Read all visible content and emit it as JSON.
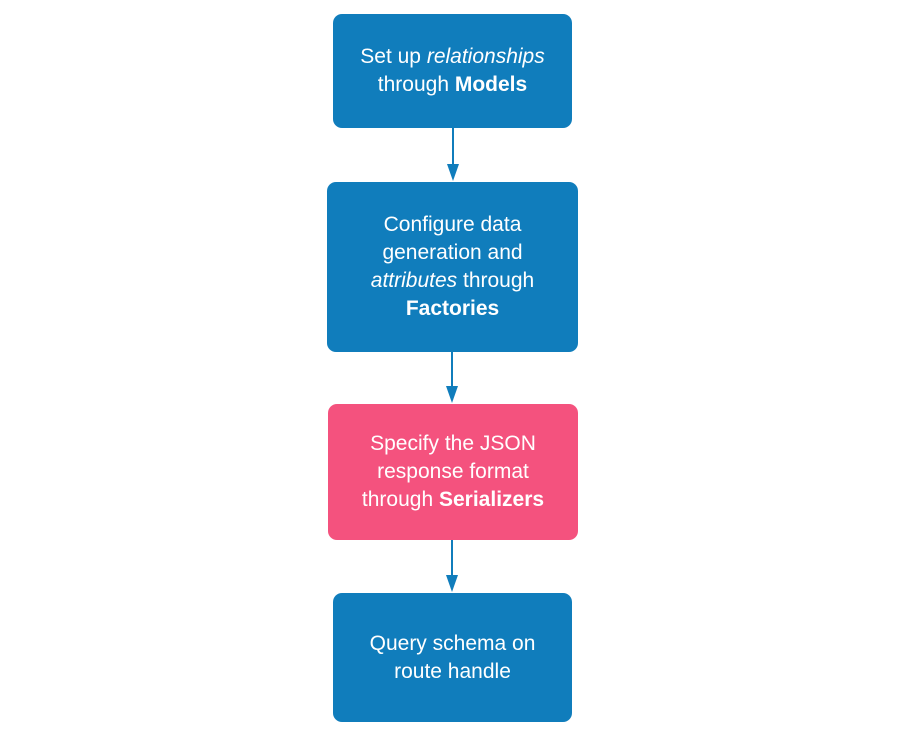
{
  "colors": {
    "box_blue": "#107DBC",
    "box_pink": "#F4527E",
    "arrow": "#107DBC",
    "text": "#FFFFFF",
    "background": "#FFFFFF"
  },
  "diagram": {
    "type": "flowchart",
    "direction": "top-down",
    "steps": [
      {
        "id": "setup-relationships-models",
        "variant": "blue",
        "lines": [
          {
            "segs": [
              {
                "t": "Set up ",
                "s": "normal"
              },
              {
                "t": "relationships",
                "s": "italic"
              }
            ]
          },
          {
            "segs": [
              {
                "t": "through ",
                "s": "normal"
              },
              {
                "t": "Models",
                "s": "bold"
              }
            ]
          }
        ]
      },
      {
        "id": "configure-factories",
        "variant": "blue",
        "lines": [
          {
            "segs": [
              {
                "t": "Configure data",
                "s": "normal"
              }
            ]
          },
          {
            "segs": [
              {
                "t": "generation and",
                "s": "normal"
              }
            ]
          },
          {
            "segs": [
              {
                "t": "attributes",
                "s": "italic"
              },
              {
                "t": " through",
                "s": "normal"
              }
            ]
          },
          {
            "segs": [
              {
                "t": "Factories",
                "s": "bold"
              }
            ]
          }
        ]
      },
      {
        "id": "specify-serializers",
        "variant": "pink",
        "lines": [
          {
            "segs": [
              {
                "t": "Specify the JSON",
                "s": "normal"
              }
            ]
          },
          {
            "segs": [
              {
                "t": "response format",
                "s": "normal"
              }
            ]
          },
          {
            "segs": [
              {
                "t": "through ",
                "s": "normal"
              },
              {
                "t": "Serializers",
                "s": "bold"
              }
            ]
          }
        ]
      },
      {
        "id": "query-schema-route-handle",
        "variant": "blue",
        "lines": [
          {
            "segs": [
              {
                "t": "Query schema on",
                "s": "normal"
              }
            ]
          },
          {
            "segs": [
              {
                "t": "route handle",
                "s": "normal"
              }
            ]
          }
        ]
      }
    ],
    "connectors": [
      {
        "from": "setup-relationships-models",
        "to": "configure-factories"
      },
      {
        "from": "configure-factories",
        "to": "specify-serializers"
      },
      {
        "from": "specify-serializers",
        "to": "query-schema-route-handle"
      }
    ]
  }
}
